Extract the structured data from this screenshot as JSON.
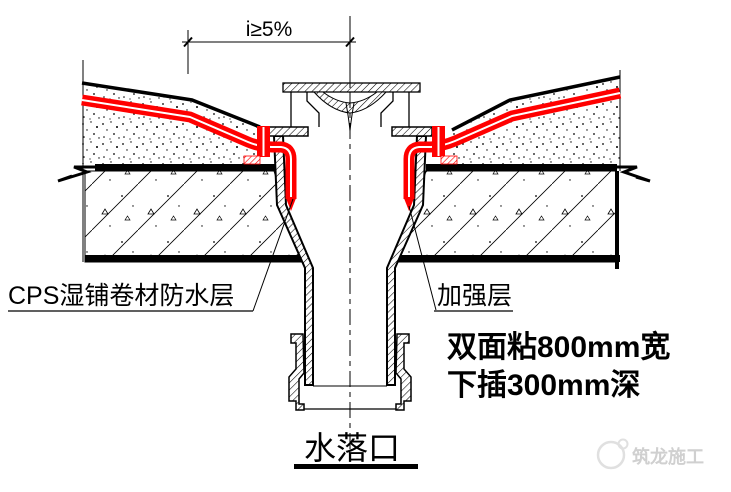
{
  "drawing": {
    "slope_label": "i≥5%",
    "waterproof_label": "CPS湿铺卷材防水层",
    "reinforcement_label": "加强层",
    "note_line1": "双面粘800mm宽",
    "note_line2": "下插300mm深",
    "title": "水落口",
    "watermark": "筑龙施工",
    "colors": {
      "membrane_red": "#ff0000",
      "line_black": "#000000",
      "watermark_gray": "#d0d0d0"
    }
  }
}
